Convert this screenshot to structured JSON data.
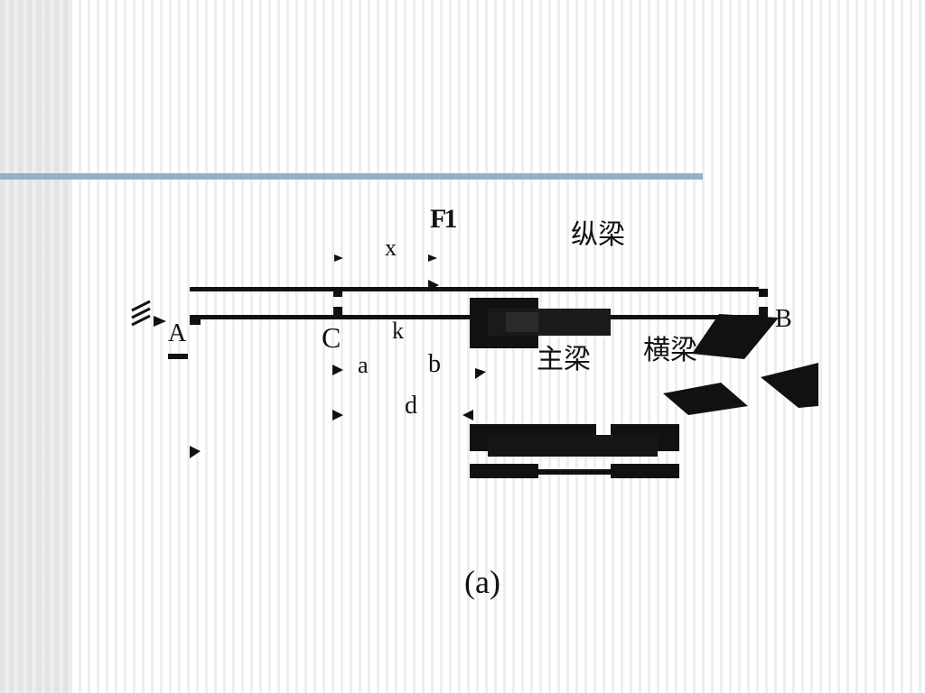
{
  "slide": {
    "accent_color": "#94afcb",
    "caption": "(a)"
  },
  "diagram": {
    "labels": {
      "force": "F1",
      "distance_x": "x",
      "support_a": "A",
      "support_b": "B",
      "point_c": "C",
      "point_k": "k",
      "dim_a": "a",
      "dim_b": "b",
      "dim_d": "d",
      "longitudinal_beam": "纵梁",
      "main_beam": "主梁",
      "cross_beam": "横梁"
    }
  }
}
